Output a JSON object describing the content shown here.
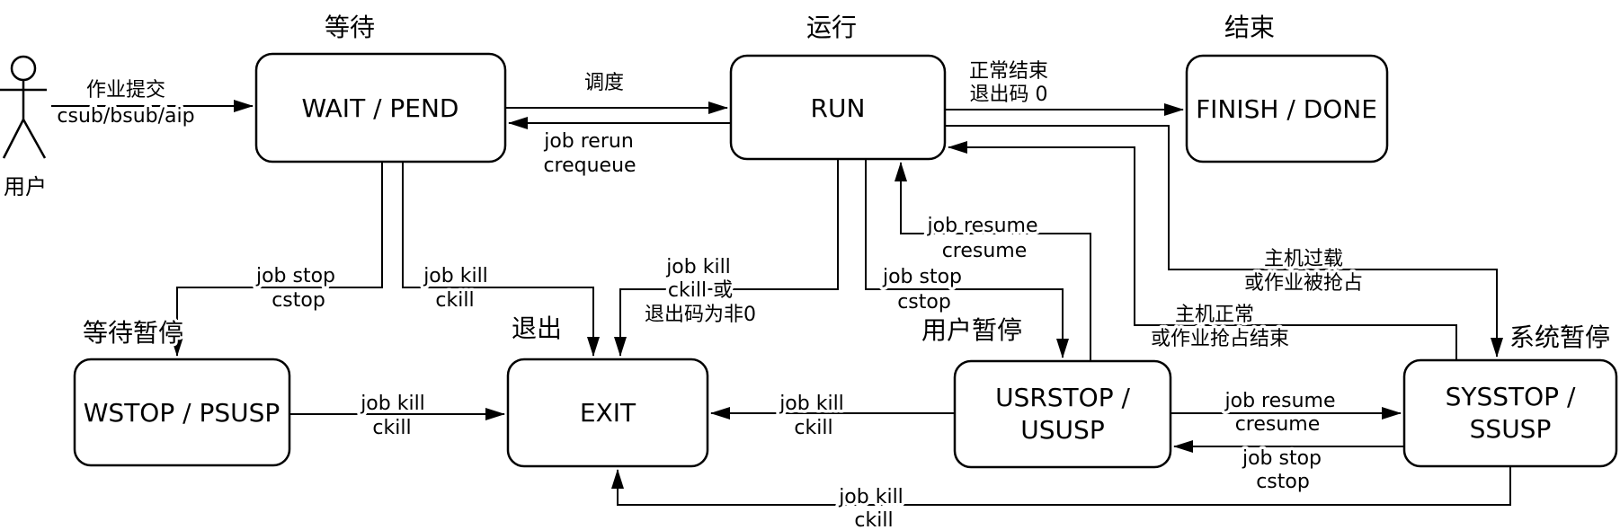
{
  "colors": {
    "background": "#ffffff",
    "stroke": "#000000",
    "text": "#000000"
  },
  "diagram": {
    "actor": {
      "label": "用户"
    },
    "states": [
      {
        "name": "wait",
        "title": "等待",
        "label": "WAIT / PEND"
      },
      {
        "name": "run",
        "title": "运行",
        "label": "RUN"
      },
      {
        "name": "finish",
        "title": "结束",
        "label": "FINISH / DONE"
      },
      {
        "name": "wstop",
        "title": "等待暂停",
        "label": "WSTOP / PSUSP"
      },
      {
        "name": "exit",
        "title": "退出",
        "label": "EXIT"
      },
      {
        "name": "usrstop",
        "title": "用户暂停",
        "label": "USRSTOP /",
        "label2": "USUSP"
      },
      {
        "name": "sysstop",
        "title": "系统暂停",
        "label": "SYSSTOP /",
        "label2": "SSUSP"
      }
    ],
    "edges": [
      {
        "name": "user-to-wait",
        "lines": [
          "作业提交",
          "csub/bsub/aip"
        ]
      },
      {
        "name": "wait-to-run",
        "lines": [
          "调度"
        ]
      },
      {
        "name": "run-to-wait",
        "lines": [
          "job rerun",
          "crequeue"
        ]
      },
      {
        "name": "run-to-finish",
        "lines": [
          "正常结束",
          "退出码 0"
        ]
      },
      {
        "name": "wait-to-wstop",
        "lines": [
          "job stop",
          "cstop"
        ]
      },
      {
        "name": "wait-to-exit",
        "lines": [
          "job kill",
          "ckill"
        ]
      },
      {
        "name": "run-to-exit",
        "lines": [
          "job kill",
          "ckill 或",
          "退出码为非0"
        ]
      },
      {
        "name": "run-to-usrstop",
        "lines": [
          "job stop",
          "cstop"
        ]
      },
      {
        "name": "usrstop-to-run",
        "lines": [
          "job resume",
          "cresume"
        ]
      },
      {
        "name": "run-to-sysstop",
        "lines": [
          "主机过载",
          "或作业被抢占"
        ]
      },
      {
        "name": "sysstop-to-run",
        "lines": [
          "主机正常",
          "或作业抢占结束"
        ]
      },
      {
        "name": "wstop-to-exit",
        "lines": [
          "job kill",
          "ckill"
        ]
      },
      {
        "name": "usrstop-to-exit",
        "lines": [
          "job kill",
          "ckill"
        ]
      },
      {
        "name": "usrstop-to-sysstop",
        "lines": [
          "job resume",
          "cresume"
        ]
      },
      {
        "name": "sysstop-to-usrstop",
        "lines": [
          "job stop",
          "cstop"
        ]
      },
      {
        "name": "sysstop-to-exit",
        "lines": [
          "job kill",
          "ckill"
        ]
      }
    ]
  }
}
